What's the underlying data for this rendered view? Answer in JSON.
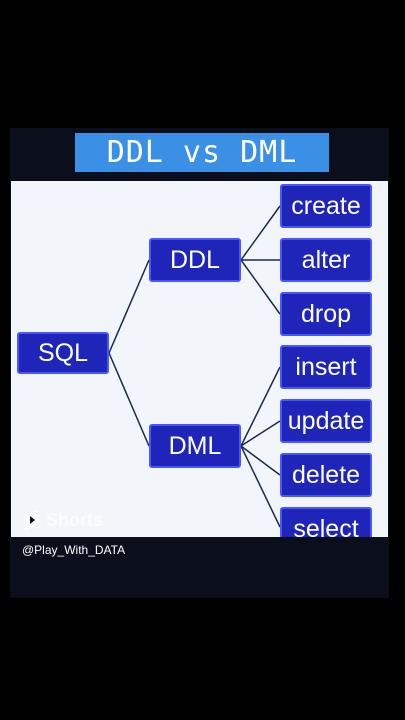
{
  "title": "DDL vs DML",
  "diagram": {
    "root": "SQL",
    "branches": [
      {
        "label": "DDL",
        "children": [
          "create",
          "alter",
          "drop"
        ]
      },
      {
        "label": "DML",
        "children": [
          "insert",
          "update",
          "delete",
          "select"
        ]
      }
    ]
  },
  "overlay": {
    "watermark": "Shorts",
    "handle": "@Play_With_DATA"
  },
  "colors": {
    "node_fill": "#1f25b8",
    "title_banner": "#3a90e4",
    "panel_background": "#f2f5fa"
  }
}
